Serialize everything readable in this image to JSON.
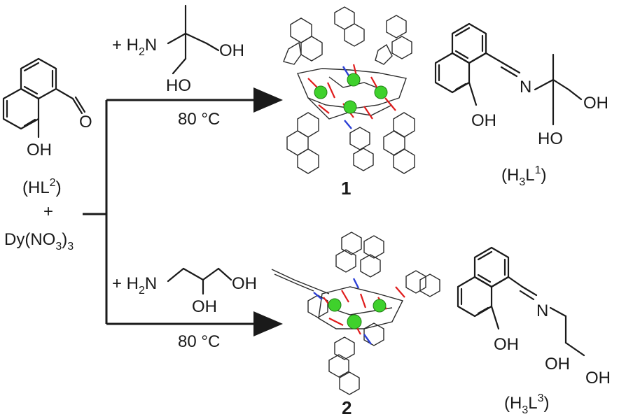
{
  "reagents": {
    "ligand_label": "(HL",
    "ligand_sup": "2",
    "ligand_close": ")",
    "plus": "+",
    "metal_prefix": "Dy(NO",
    "metal_sub": "3",
    "metal_mid": ")",
    "metal_sub2": "3",
    "aldehyde_oh": "OH",
    "aldehyde_o": "O"
  },
  "top_branch": {
    "amine_prefix": "+ H",
    "amine_sub": "2",
    "amine_n": "N",
    "oh_right": "OH",
    "oh_left": "HO",
    "condition": "80 °C",
    "compound_number": "1",
    "ligand_label_open": "(H",
    "ligand_sub": "3",
    "ligand_l": "L",
    "ligand_sup": "1",
    "ligand_close": ")",
    "ligand_n": "N",
    "ligand_oh_a": "OH",
    "ligand_oh_b": "OH",
    "ligand_ho": "HO"
  },
  "bottom_branch": {
    "amine_prefix": "+ H",
    "amine_sub": "2",
    "amine_n": "N",
    "oh_right": "OH",
    "oh_bottom": "OH",
    "condition": "80 °C",
    "compound_number": "2",
    "ligand_label_open": "(H",
    "ligand_sub": "3",
    "ligand_l": "L",
    "ligand_sup": "3",
    "ligand_close": ")",
    "ligand_n": "N",
    "ligand_oh_a": "OH",
    "ligand_oh_b": "OH",
    "ligand_oh_c": "OH"
  },
  "colors": {
    "dysprosium": "#3fd12c",
    "oxygen": "#e01b1b",
    "nitrogen": "#2b3fd6",
    "carbon": "#1a1a1a"
  }
}
